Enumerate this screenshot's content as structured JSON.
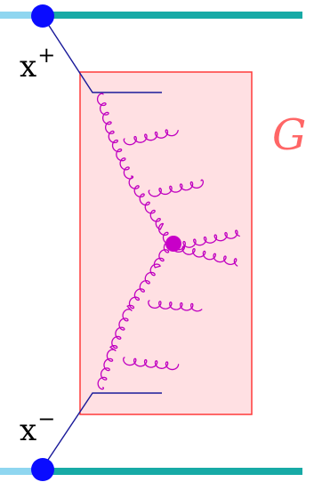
{
  "labels": {
    "x_plus": "x",
    "x_plus_sup": "+",
    "x_minus": "x",
    "x_minus_sup": "−",
    "region_label": "G"
  },
  "colors": {
    "beam": "#17aaa6",
    "beam_end": "#8fd6f0",
    "vertex": "#0a0cff",
    "quark_line": "#1a1a9a",
    "box_fill": "#ffe0e3",
    "box_stroke": "#ff3a3a",
    "gluon": "#c000c0",
    "center_vertex": "#c800c8",
    "region_label": "#ff6666"
  }
}
